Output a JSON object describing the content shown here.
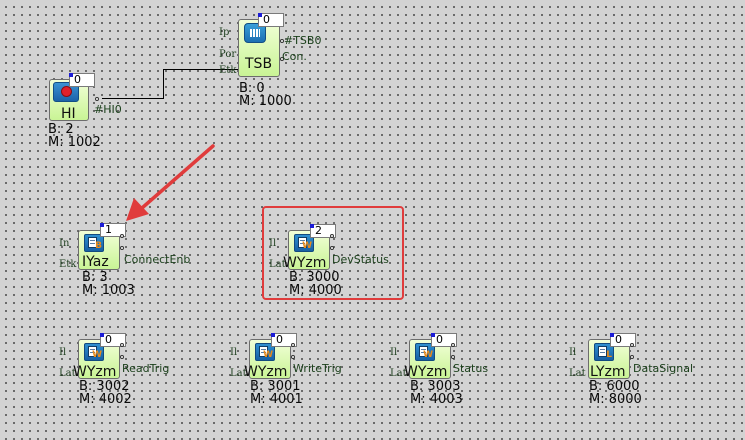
{
  "colors": {
    "canvas_background": "#d3d3d3",
    "block_fill": "#c9f495",
    "highlight_border": "#e03c3c",
    "arrow": "#e03c3c"
  },
  "tsb": {
    "counter": "0",
    "name": "TSB",
    "pins_in": [
      "Ip",
      "Por",
      "Etk"
    ],
    "out_tag": "#TSB0",
    "out_con": "Con.",
    "b": "B: 0",
    "m": "M: 1000",
    "icon": "network-card-icon"
  },
  "hi": {
    "counter": "0",
    "name": "HI",
    "out_tag": "#HI0",
    "b": "B: 2",
    "m": "M: 1002",
    "icon": "red-indicator-icon"
  },
  "blocks": [
    {
      "counter": "1",
      "name": "IYaz",
      "letter": "B",
      "pin_in": "In",
      "pin_sub": "Etk",
      "out_label": "ConnectEnb",
      "b": "B: 3",
      "m": "M: 1003"
    },
    {
      "counter": "2",
      "name": "WYzm",
      "letter": "W",
      "pin_in": "Il",
      "pin_sub": "Lat",
      "out_label": "DevStatus",
      "b": "B: 3000",
      "m": "M: 4000"
    },
    {
      "counter": "0",
      "name": "WYzm",
      "letter": "W",
      "pin_in": "Il",
      "pin_sub": "Lat",
      "out_label": "ReadTrig",
      "b": "B: 3002",
      "m": "M: 4002"
    },
    {
      "counter": "0",
      "name": "WYzm",
      "letter": "W",
      "pin_in": "Il",
      "pin_sub": "Lat",
      "out_label": "WriteTrig",
      "b": "B: 3001",
      "m": "M: 4001"
    },
    {
      "counter": "0",
      "name": "WYzm",
      "letter": "W",
      "pin_in": "Il",
      "pin_sub": "Lat",
      "out_label": "Status",
      "b": "B: 3003",
      "m": "M: 4003"
    },
    {
      "counter": "0",
      "name": "LYzm",
      "letter": "L",
      "pin_in": "Il",
      "pin_sub": "Lat",
      "out_label": "DataSignal",
      "b": "B: 6000",
      "m": "M: 8000"
    }
  ]
}
